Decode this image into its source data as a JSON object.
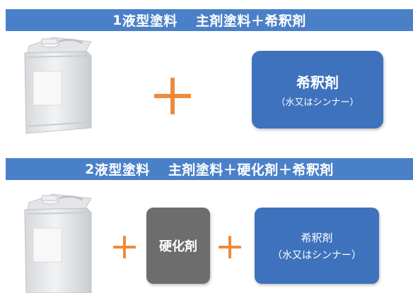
{
  "colors": {
    "band": "#4a80c8",
    "box_blue": "#3f72bd",
    "box_gray": "#6d6d6d",
    "plus": "#f08a3a",
    "can_body": "#e9ebee",
    "can_label": "#f7f7f7"
  },
  "section1": {
    "num": "1",
    "title": "液型塗料",
    "formula": "主剤塗料＋希釈剤",
    "diluent_box": {
      "label": "希釈剤",
      "sub": "（水又はシンナー）"
    }
  },
  "section2": {
    "num": "2",
    "title": "液型塗料",
    "formula": "主剤塗料＋硬化剤＋希釈剤",
    "hardener_box": {
      "label": "硬化剤"
    },
    "diluent_box": {
      "label": "希釈剤",
      "sub": "（水又はシンナー）"
    }
  },
  "icons": [
    "paint-can-icon",
    "plus-icon"
  ]
}
